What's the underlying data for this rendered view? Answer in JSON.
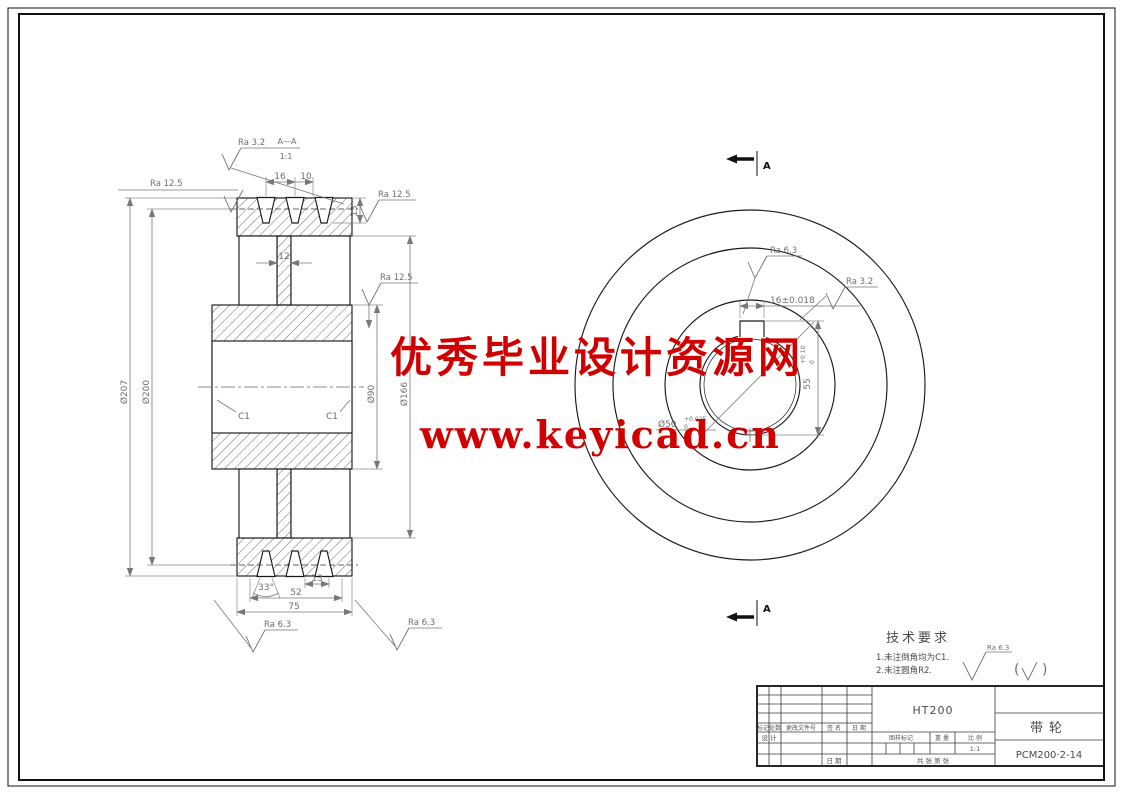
{
  "watermark": {
    "line1": "优秀毕业设计资源网",
    "line2": "www.keyicad.cn",
    "color": "#d10000"
  },
  "section_view": {
    "view_label": "A—A",
    "view_scale": "1:1",
    "ra_top_left": "Ra 12.5",
    "ra_top": "Ra 3.2",
    "ra_right_top": "Ra 12.5",
    "ra_right_mid": "Ra 12.5",
    "ra_bottom_left": "Ra 6.3",
    "ra_bottom_right": "Ra 6.3",
    "dim_outer_dia": "Ø207",
    "dim_pitch_dia": "Ø200",
    "dim_rim_inner_dia": "Ø166",
    "dim_hub_dia": "Ø90",
    "dim_groove_pitch": "16",
    "dim_groove_width": "10",
    "dim_groove_depth": "13",
    "dim_web_width": "12",
    "chamfer_left": "C1",
    "chamfer_right": "C1",
    "dim_groove_angle": "33°",
    "dim_groove_bottom": "13",
    "dim_hub_width": "52",
    "dim_total_width": "75"
  },
  "front_view": {
    "section_mark_top": "A",
    "section_mark_bottom": "A",
    "ra_keyway": "Ra 6.3",
    "ra_bore": "Ra 3.2",
    "dim_keyway_width": "16±0.018",
    "dim_keyway_depth": "55",
    "keyway_depth_tol_sup": "+0.10",
    "keyway_depth_tol_sub": "0",
    "dim_bore_dia": "Ø50",
    "bore_tol_sup": "+0.025",
    "bore_tol_sub": "0"
  },
  "tech_req": {
    "title": "技术要求",
    "item1": "1.未注倒角均为C1.",
    "item2": "2.未注圆角R2.",
    "ra_note": "Ra 6.3",
    "note_open": "(",
    "note_close": ")"
  },
  "title_block": {
    "material": "HT200",
    "part_name": "带轮",
    "drawing_no": "PCM200·2-14",
    "col_mark": "标记",
    "col_count": "处数",
    "col_doc": "更改文件号",
    "col_sign": "签 名",
    "col_date": "日 期",
    "row_designer": "设 计",
    "bottom_date": "日 期",
    "mark_label": "图样标记",
    "weight_label": "重 量",
    "scale_label": "比 例",
    "scale_value": "1:1",
    "sheets_label": "共  张  第  张"
  }
}
